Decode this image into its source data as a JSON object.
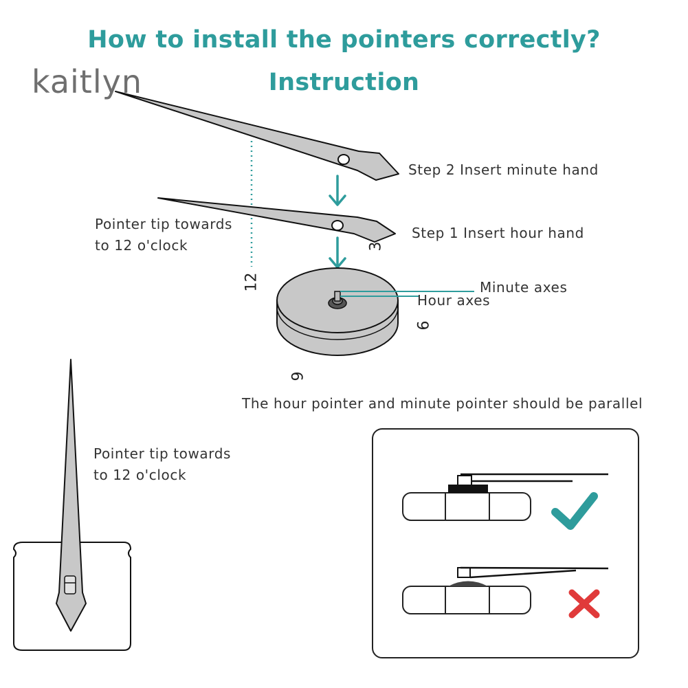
{
  "header": {
    "title": "How to install the pointers correctly?",
    "subtitle": "Instruction",
    "brand": "kaitlyn"
  },
  "steps": {
    "step2": "Step 2 Insert minute hand",
    "step1": "Step 1 Insert hour hand"
  },
  "labels": {
    "pointer_tip_top_line1": "Pointer tip towards",
    "pointer_tip_top_line2": "to 12 o'clock",
    "pointer_tip_bottom_line1": "Pointer tip towards",
    "pointer_tip_bottom_line2": "to 12 o'clock",
    "minute_axes": "Minute axes",
    "hour_axes": "Hour axes",
    "parallel_note": "The hour pointer and minute pointer should be parallel"
  },
  "dial_numbers": {
    "twelve": "12",
    "three": "3",
    "six": "6",
    "nine": "9"
  },
  "icons": {
    "correct": "check-icon",
    "wrong": "cross-icon"
  },
  "colors": {
    "teal": "#2e9c9c",
    "hand_fill": "#c8c8c8",
    "check": "#2e9c9c",
    "cross": "#e03a3a"
  }
}
